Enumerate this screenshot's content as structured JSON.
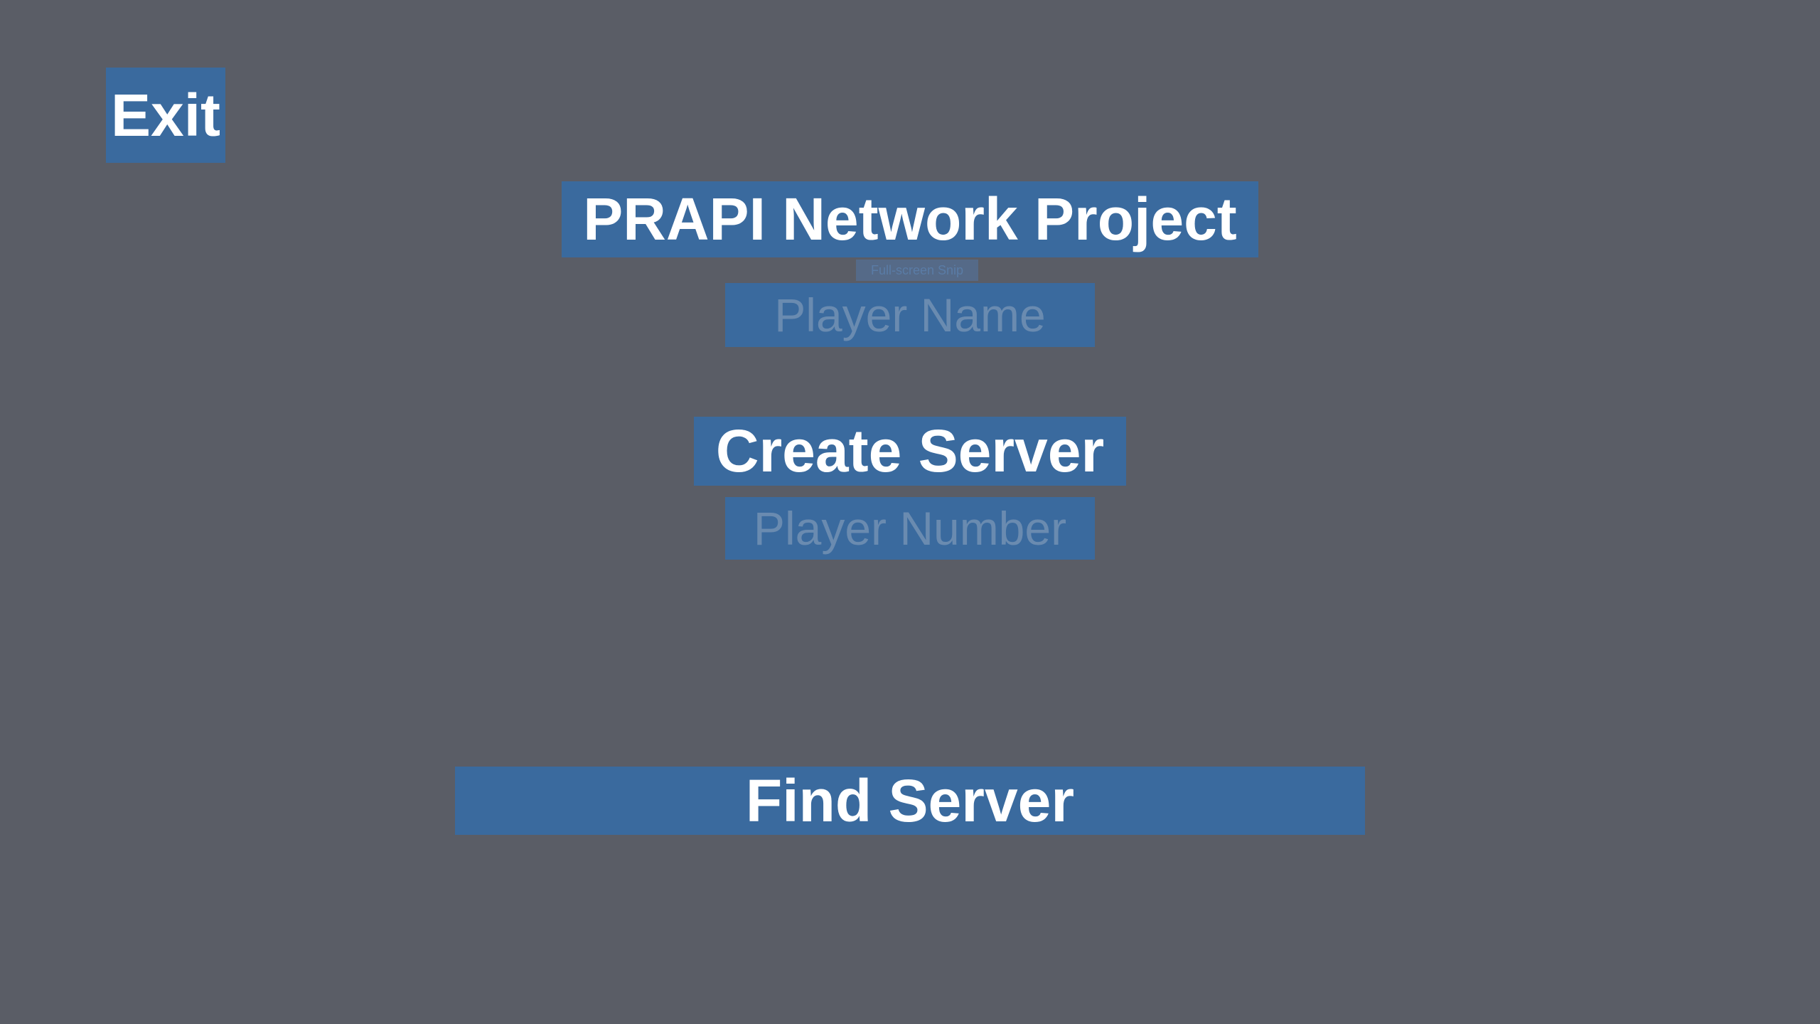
{
  "exit_button": {
    "label": "Exit"
  },
  "title": "PRAPI Network Project",
  "player_name_input": {
    "placeholder": "Player Name",
    "value": ""
  },
  "create_server_button": {
    "label": "Create Server"
  },
  "player_number_input": {
    "placeholder": "Player Number",
    "value": ""
  },
  "find_server_button": {
    "label": "Find Server"
  },
  "tooltip": {
    "text": "Full-screen Snip"
  },
  "colors": {
    "background": "#5a5d66",
    "panel": "#3a6a9e",
    "placeholder": "#6a8bb0",
    "text": "#ffffff"
  }
}
